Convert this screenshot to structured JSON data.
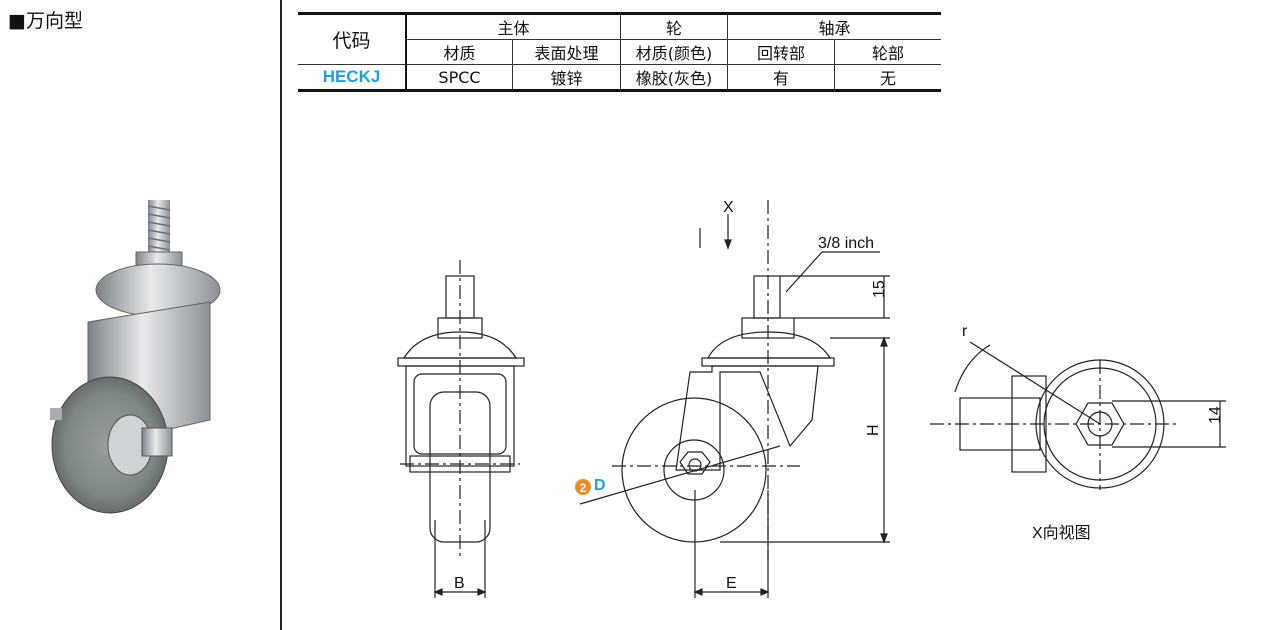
{
  "section": {
    "title": "■万向型"
  },
  "spec_table": {
    "code_header": "代码",
    "group_headers": [
      "主体",
      "轮",
      "轴承"
    ],
    "sub_headers": [
      "材质",
      "表面处理",
      "材质(颜色)",
      "回转部",
      "轮部"
    ],
    "row": {
      "code": "HECKJ",
      "values": [
        "SPCC",
        "镀锌",
        "橡胶(灰色)",
        "有",
        "无"
      ]
    }
  },
  "drawing": {
    "x_arrow_label": "X",
    "thread_label": "3/8 inch",
    "dim_15": "15",
    "dim_h": "H",
    "dim_b": "B",
    "dim_e": "E",
    "dim_r": "r",
    "dim_14": "14",
    "badge_number": "2",
    "badge_letter": "D",
    "x_view_caption": "X向视图"
  },
  "colors": {
    "code_blue": "#1ea0d8",
    "badge_orange": "#f08a24",
    "badge_blue": "#1ea0d8"
  }
}
